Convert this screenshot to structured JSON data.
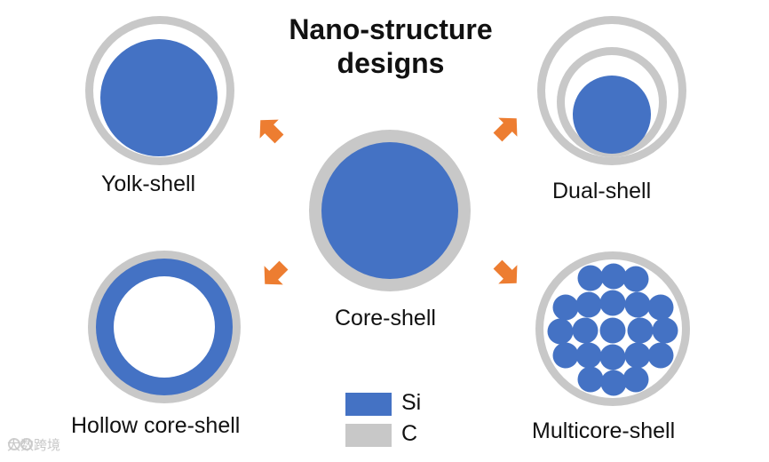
{
  "title_line1": "Nano-structure",
  "title_line2": "designs",
  "structures": {
    "yolk_shell": "Yolk-shell",
    "dual_shell": "Dual-shell",
    "core_shell": "Core-shell",
    "hollow_core_shell": "Hollow core-shell",
    "multicore_shell": "Multicore-shell"
  },
  "legend": {
    "si": "Si",
    "c": "C"
  },
  "colors": {
    "si": "#4472c4",
    "c": "#c8c8c8",
    "arrow": "#ed7d31"
  },
  "watermark": "大数跨境"
}
